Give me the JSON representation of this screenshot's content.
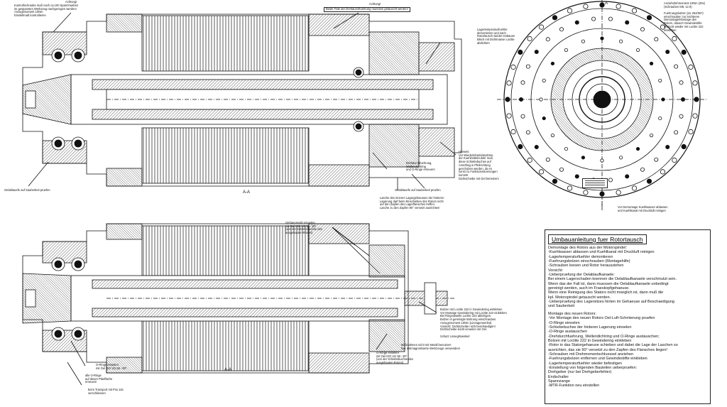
{
  "views": {
    "top_section_label": "A-A",
    "bottom_section_label": "A-A",
    "side_cut_marker": "A"
  },
  "annotations": {
    "top_left_small": "Achtung!",
    "top_left": "Kontrollschraube muß nach ca.100 Spannhueben\nim gespannten Werkzeug nachgezogen werden!\nAnzugsmoment 10Nm\nEinstellmaß kontrollieren",
    "top_center_small": "Achtung!",
    "top_center_boxed": "Beide Teile der Drehdurchfuehrung muessen getauscht werden!",
    "left_bottom": "Oelablauefe auf Sauberkeit pruefen",
    "drehdurch": "Drehdurchfuehrung,\nWellendichtring\nund O-Ringe erneuern",
    "hinweis": "Hinweis:\nVor Wiederinbetriebnahme\nder Kuehlmittelzufuhr muß\ndiese Schiebebuchse auf\nAnschlag in Pfeilrichtung\ngeschoben werden, da es\nsonst zu Funktionsstoerungen\nkommt!\nDichtscheibe mit Oel benetzen!",
    "oelablauefe_right": "Oelablauefe auf Sauberkeit pruefen",
    "laschen": "Lasche des inneren Lagergehaeuses der hinteren\nLagerung darf beim Einschieben des Rotors nicht\nauf den Zapfen des Lagerflansches treffen.\nLasche zu den Zapfen 90° versetzt ausrichten!",
    "lagertemp": "Lagertemperaturfuehler\ndemontieren und nach\nRotortausch wieder einbauen\nBlech mit Dichtmasse Loctite\nabdichten",
    "anziehdreh": "Anziehdrehmoment 10Nm (30x)\n(Schrauben M8, 12.9)",
    "fuehrungsbolzen": "Fuehrungsbolzen (2x 264/567)\neinschrauben zur leichteren\nDemontage/Montage des\nRotors, danach Gewindestifte\nM12x16 wieder mit Loctite 222\neinkleben",
    "kuehlwasser": "Vor Demontage Kuehlwasser ablassen\nund Kuehlkanal mit Druckluft reinigen",
    "gehaeusesitz": "Gehaeusesitz einoelen\nmit Oel ISO VG 68 - EP\n(von der Schiebebuchse des\nausgebauten Rotors)",
    "loctite": "Bolzen mit Loctite 222 in Gewindering einkleben\nVor Montage Gewindering mit Loctite 222 einkleben\nBei Ringnutwelle Loctite 222 abbringen.\nBolzen in gereinigte Bohrung einschrauben.\nAnzugsmoment 10Nm (Lineageneerkst)\nVorsicht: Dichtscheibe nicht beschaedigen!\nDichtscheibe leicht einoelen mit Oel.",
    "schutz": "Schutz Linseglmwinkel",
    "muessen": "Maßnahmen nicht mit Metall benutzen!\nNur antimagnetisierte Werkzeuge verwenden!",
    "oring_right": "O-Ringe einoelen\nmit Oel ISO VG 68 - EP\n(von der Schiebebuchse des\nausgebauten Rotors)",
    "oring_left": "O-Ringe einoelen\nmit Oel ISO VG 68 - EP",
    "dichtring": "alle O-Ringe\nauf dieser Planfläche\nerneuern",
    "transport": "beim Transport mit Pos.161\nverschliessen"
  },
  "instructions": {
    "title": "Umbauanleitung fuer Rotortausch",
    "lines": [
      "Demontage des Rotors aus der Motorspindel:",
      "-Kuehlwasser ablassen und Kuehlkanal mit Druckluft reinigen",
      "-Lagertemperaturfuehler demontieren",
      "-Fuehrungsbolzen einschrauben (Montagehilfe)",
      "-Schrauben loesen und Rotor herausziehen",
      "Vorsicht:",
      "-Ueberpruefung der Oelablaufkanaele:",
      " Bei einem Lagerschaden koennen die Oelablaufkanaele verschmutzt sein.",
      " Wenn das der Fall ist, dann muessen die Oelablaufkanaele unbedingt",
      " gereinigt werden, auch im Fraeskopfgehaeuse.",
      " Wenn eine Reinigung des Stators nicht moeglich ist, dann muß die",
      " kpl. Motorspindel getauscht werden.",
      "-Ueberpruefung des Lagersitzes hinten im Gehaeuse auf Beschaedigung",
      " und Sauberkeit",
      "",
      "Montage des neuen Rotors:",
      "-Vor Montage des neuen Rotors Oel-Luft-Schmierung pruefen",
      "-O-Ringe einoelen",
      "-Schiebebuchse der hinteren Lagerung einoelen",
      "-O-Ringe austauschen",
      "-Drehdurchfuehrung, Wellendichtring und O-Ringe austauschen;",
      " Bolzen mit Loctite 222 in Gewindering einkleben",
      "-Rotor in das Statorgehaeuse schieben und dabei die Lage der Laschen so",
      " ausrichten, das sie 90° versetzt zu den Zapfen des Flansches liegen!",
      "-Schrauben mit Drehmomentschluessel anziehen",
      "-Fuehrungsbolzen entfernen und Gewindestifte einkleben",
      "-Lagertemperaturfuehler wieder befestigen",
      "-Einstellung von folgenden Bauteilen ueberpruefen:",
      " Drehgeber (nur bei Drehgeberfehler)",
      " Endschalter",
      " Spannzange",
      "-MTR-Funktion neu einstellen"
    ]
  }
}
